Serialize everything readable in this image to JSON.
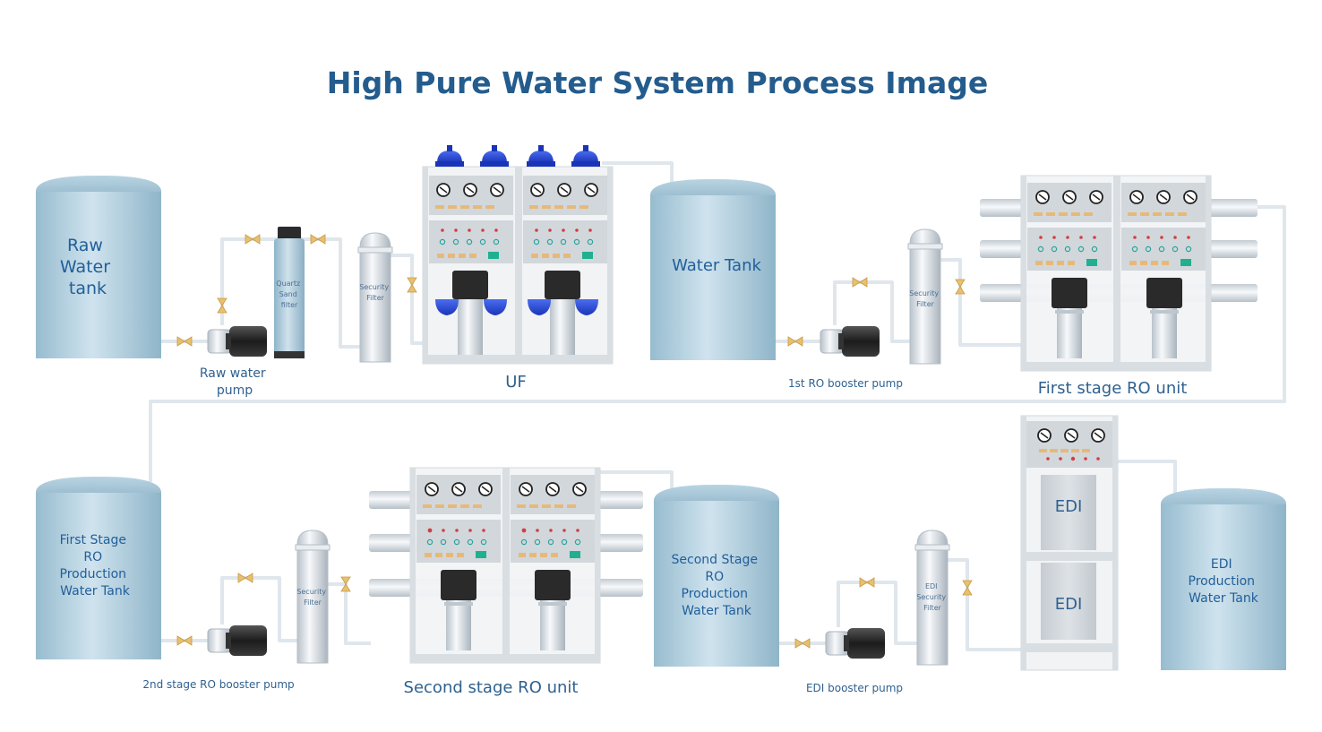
{
  "title": "High Pure Water System Process Image",
  "tanks": {
    "raw": [
      "Raw",
      "Water",
      "tank"
    ],
    "water": [
      "Water Tank"
    ],
    "first_stage": [
      "First Stage",
      "RO",
      "Production",
      "Water Tank"
    ],
    "second_stage": [
      "Second  Stage",
      "RO",
      "Production",
      "Water Tank"
    ],
    "edi": [
      "EDI",
      "Production",
      "Water Tank"
    ]
  },
  "pumps": {
    "raw": [
      "Raw water",
      "pump"
    ],
    "ro1": "1st RO booster pump",
    "ro2": "2nd stage RO booster pump",
    "edi": "EDI booster pump"
  },
  "filters": {
    "quartz": [
      "Quartz",
      "Sand",
      "filter"
    ],
    "security1": [
      "Security",
      "Filter"
    ],
    "security2": [
      "Security",
      "Filter"
    ],
    "security3": [
      "Security",
      "Filter"
    ],
    "edi_security": [
      "EDI",
      "Security",
      "Filter"
    ]
  },
  "units": {
    "uf": "UF",
    "ro1": "First stage RO unit",
    "ro2": "Second stage RO unit",
    "edi_module_top": "EDI",
    "edi_module_bottom": "EDI"
  },
  "colors": {
    "title": "#245c8d",
    "label": "#2f6190",
    "tank_top": "#b0cede",
    "pipe": "#dfe6ec",
    "valve": "#e8c070",
    "motor": "#1e1e1e",
    "uf_cap": "#2042d8"
  }
}
